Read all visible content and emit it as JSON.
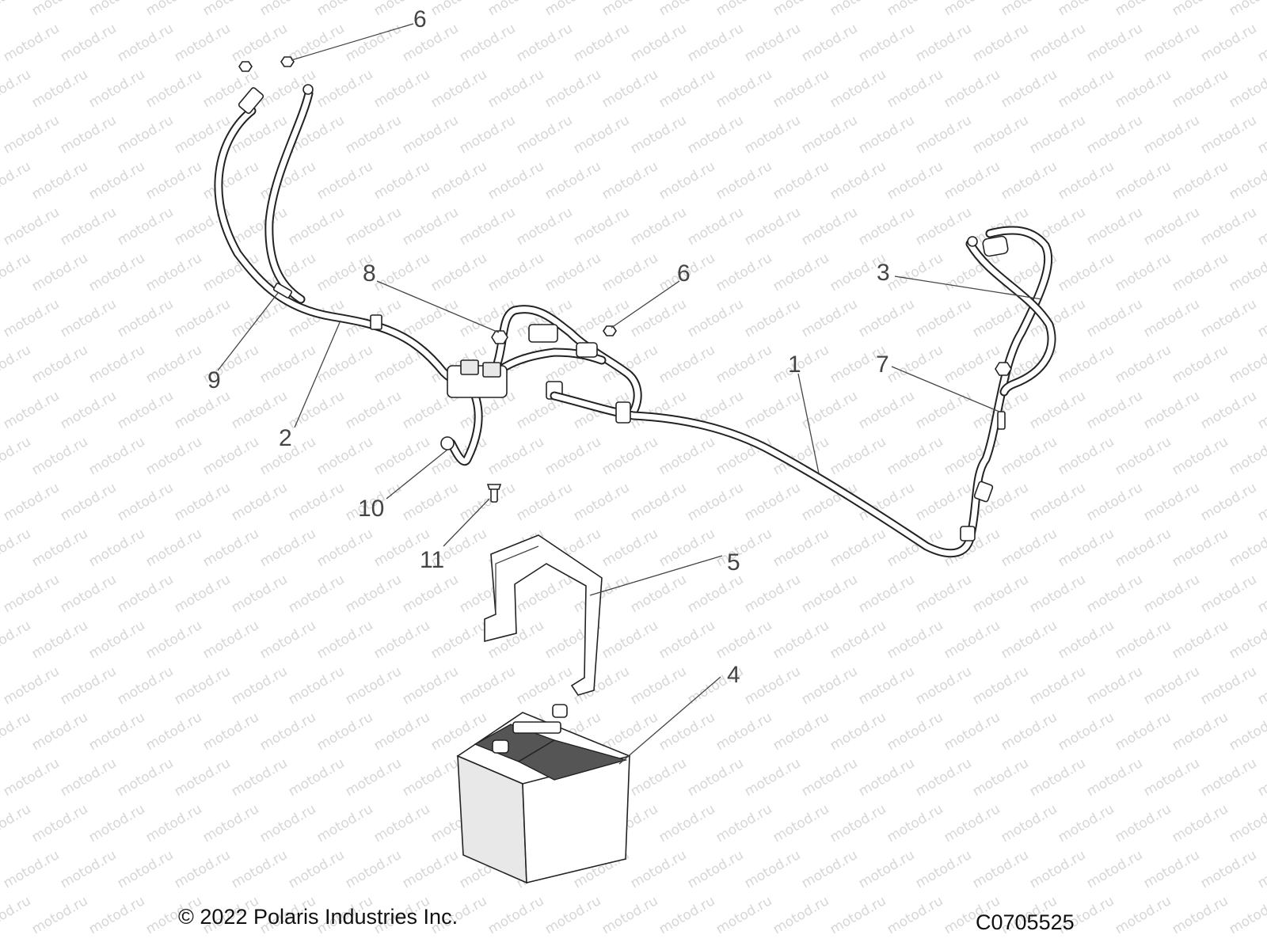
{
  "watermark": "motod.ru",
  "callouts": [
    {
      "id": "6a",
      "label": "6"
    },
    {
      "id": "8",
      "label": "8"
    },
    {
      "id": "6b",
      "label": "6"
    },
    {
      "id": "3",
      "label": "3"
    },
    {
      "id": "9",
      "label": "9"
    },
    {
      "id": "2",
      "label": "2"
    },
    {
      "id": "1",
      "label": "1"
    },
    {
      "id": "7",
      "label": "7"
    },
    {
      "id": "10",
      "label": "10"
    },
    {
      "id": "11",
      "label": "11"
    },
    {
      "id": "5",
      "label": "5"
    },
    {
      "id": "4",
      "label": "4"
    }
  ],
  "footer": {
    "copyright": "© 2022 Polaris Industries Inc.",
    "drawing_id": "C0705525"
  }
}
